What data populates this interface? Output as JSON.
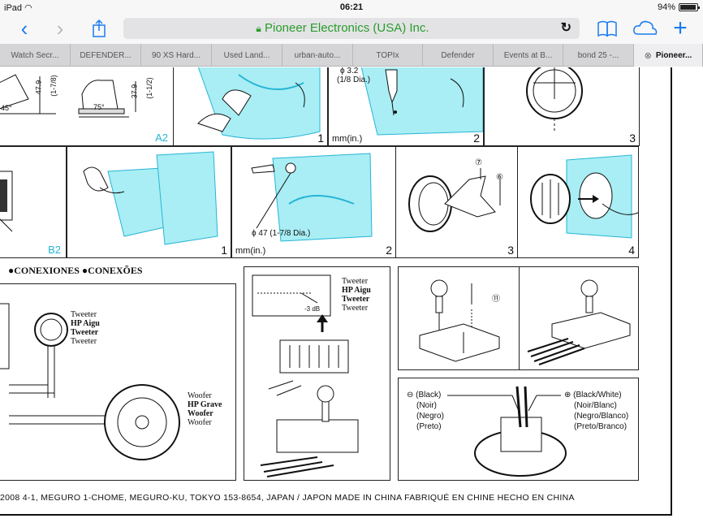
{
  "status": {
    "device": "iPad",
    "time": "06:21",
    "battery": "94%"
  },
  "browser": {
    "url_title": "Pioneer Electronics (USA) Inc.",
    "tabs": [
      {
        "label": "Watch Secr..."
      },
      {
        "label": "DEFENDER..."
      },
      {
        "label": "90 XS Hard..."
      },
      {
        "label": "Used Land..."
      },
      {
        "label": "urban-auto..."
      },
      {
        "label": "TOPIx"
      },
      {
        "label": "Defender"
      },
      {
        "label": "Events at B..."
      },
      {
        "label": "bond 25 -..."
      },
      {
        "label": "Pioneer..."
      }
    ],
    "colors": {
      "accent": "#1a7bf0",
      "secure": "#2a9c2a",
      "diagram_cyan": "#27b4d6"
    }
  },
  "doc": {
    "row1": {
      "dim_479": "47.9",
      "dim_479_in": "(1-7/8)",
      "dim_379": "37.9",
      "dim_379_in": "(1-1/2)",
      "angle_a": "45°",
      "angle_b": "75°",
      "code_a2": "A2",
      "panel1_num": "1",
      "drill_dim": "ϕ 3.2",
      "drill_dim_in": "(1/8 Dia.)",
      "panel2_mm": "mm(in.)",
      "panel2_num": "2",
      "panel3_num": "3"
    },
    "row2": {
      "code_b2": "B2",
      "panel1_num": "1",
      "hole_dim": "ϕ 47 (1-7/8 Dia.)",
      "panel2_mm": "mm(in.)",
      "panel2_num": "2",
      "part7": "⑦",
      "part6": "⑥",
      "panel3_num": "3",
      "panel4_num": "4"
    },
    "section_header": "●CONEXIONES  ●CONEXÕES",
    "tweeter_labels": [
      "Tweeter",
      "HP Aigu",
      "Tweeter",
      "Tweeter"
    ],
    "woofer_labels": [
      "Woofer",
      "HP Grave",
      "Woofer",
      "Woofer"
    ],
    "att_label": "-3 dB",
    "part11": "⑪",
    "polarity": {
      "neg": [
        "⊖ (Black)",
        "(Noir)",
        "(Negro)",
        "(Preto)"
      ],
      "pos": [
        "⊕ (Black/White)",
        "(Noir/Blanc)",
        "(Negro/Blanco)",
        "(Preto/Branco)"
      ]
    },
    "footer": "2008  4-1, MEGURO 1-CHOME, MEGURO-KU, TOKYO 153-8654, JAPAN / JAPON   MADE IN CHINA   FABRIQUÉ EN CHINE   HECHO EN CHINA"
  }
}
